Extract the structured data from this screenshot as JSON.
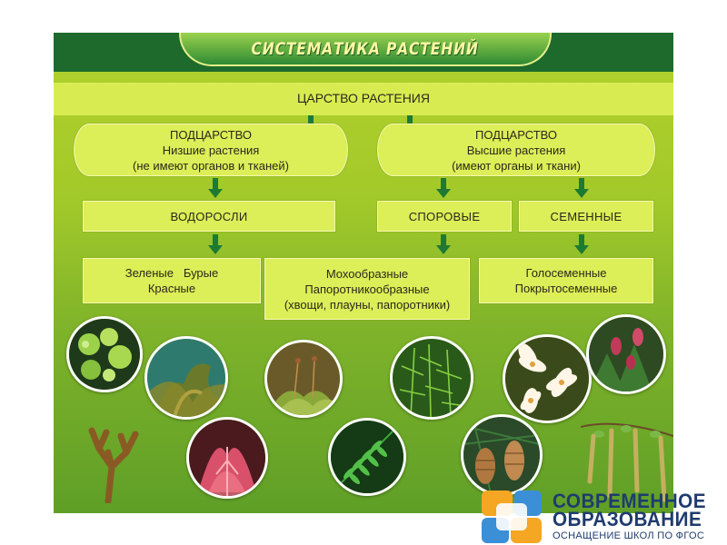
{
  "title": "СИСТЕМАТИКА РАСТЕНИЙ",
  "kingdom": "ЦАРСТВО РАСТЕНИЯ",
  "subkingdoms": [
    {
      "heading": "ПОДЦАРСТВО",
      "name": "Низшие растения",
      "note": "(не имеют органов и тканей)"
    },
    {
      "heading": "ПОДЦАРСТВО",
      "name": "Высшие растения",
      "note": "(имеют органы и ткани)"
    }
  ],
  "groups": [
    "ВОДОРОСЛИ",
    "СПОРОВЫЕ",
    "СЕМЕННЫЕ"
  ],
  "details": {
    "algae": {
      "line1": "Зеленые   Бурые",
      "line2": "Красные"
    },
    "spore": {
      "line1": "Мохообразные",
      "line2": "Папоротникообразные",
      "line3": "(хвощи, плауны, папоротники)"
    },
    "seed": {
      "line1": "Голосеменные",
      "line2": "Покрытосеменные"
    }
  },
  "logo": {
    "line1": "СОВРЕМЕННОЕ",
    "line2": "ОБРАЗОВАНИЕ",
    "tagline": "ОСНАЩЕНИЕ ШКОЛ ПО ФГОС",
    "colors": [
      "#f5a623",
      "#3b8fd6",
      "#1f3b6e"
    ]
  },
  "colors": {
    "header": "#1d6a2c",
    "panel": "#dcee58",
    "arrow": "#1d7a34"
  }
}
